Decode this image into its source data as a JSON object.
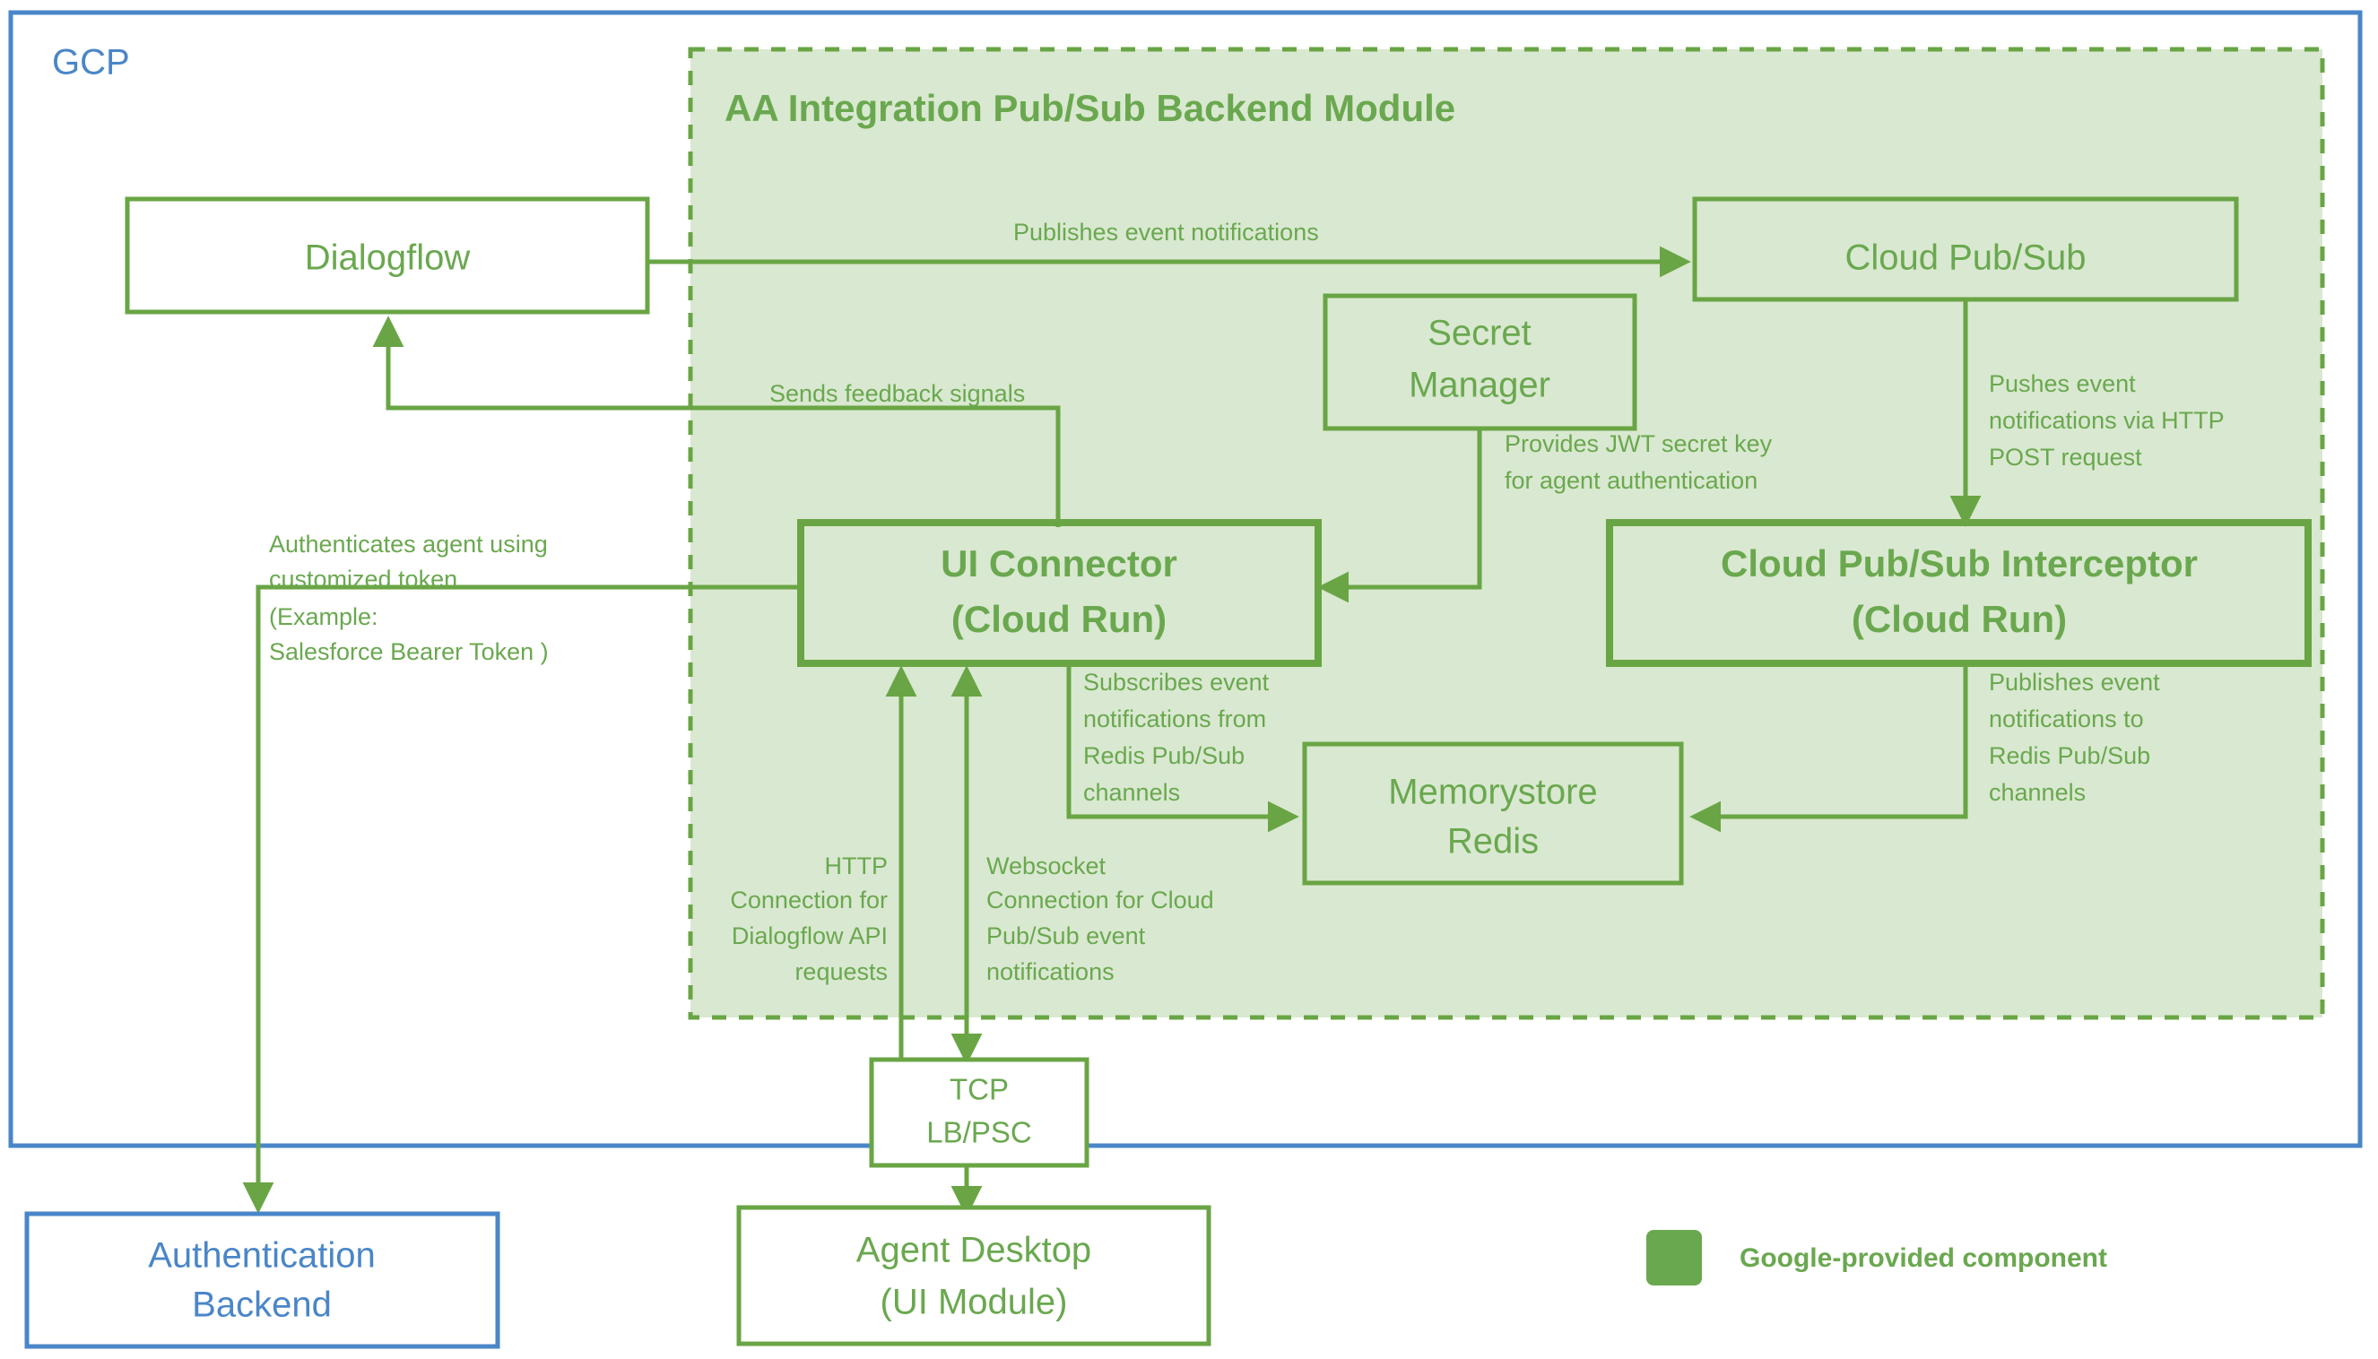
{
  "page": {
    "colors": {
      "green_stroke": "#69a544",
      "green_text": "#6aa84f",
      "blue_stroke": "#4a86c8",
      "blue_text": "#4a86c8",
      "module_fill": "#d9e8d0",
      "white": "#ffffff"
    }
  },
  "gcp": {
    "label": "GCP"
  },
  "module": {
    "title": "AA Integration Pub/Sub Backend Module"
  },
  "nodes": {
    "dialogflow": {
      "label": "Dialogflow"
    },
    "cloud_pubsub": {
      "label": "Cloud Pub/Sub"
    },
    "secret_manager": {
      "line1": "Secret",
      "line2": "Manager"
    },
    "ui_connector": {
      "line1": "UI Connector",
      "line2": "(Cloud Run)"
    },
    "interceptor": {
      "line1": "Cloud Pub/Sub Interceptor",
      "line2": "(Cloud Run)"
    },
    "memorystore": {
      "line1": "Memorystore",
      "line2": "Redis"
    },
    "tcp_lb": {
      "line1": "TCP",
      "line2": "LB/PSC"
    },
    "auth_backend": {
      "line1": "Authentication",
      "line2": "Backend"
    },
    "agent_desktop": {
      "line1": "Agent Desktop",
      "line2": "(UI Module)"
    }
  },
  "edge_labels": {
    "publishes_event_notifications": "Publishes event notifications",
    "sends_feedback_signals": "Sends feedback signals",
    "provides_jwt": [
      "Provides JWT secret key",
      "for agent authentication"
    ],
    "pushes_event_http_post": [
      "Pushes event",
      "notifications via HTTP",
      "POST request"
    ],
    "authenticates_agent": [
      "Authenticates agent using",
      "customized token",
      "(Example:",
      "Salesforce Bearer Token )"
    ],
    "subscribes_event": [
      "Subscribes event",
      "notifications from",
      "Redis Pub/Sub",
      "channels"
    ],
    "publishes_to_redis": [
      "Publishes event",
      "notifications to",
      "Redis Pub/Sub",
      "channels"
    ],
    "http_connection": [
      "HTTP",
      "Connection for",
      "Dialogflow API",
      "requests"
    ],
    "websocket_connection": [
      "Websocket",
      "Connection for Cloud",
      "Pub/Sub event",
      "notifications"
    ]
  },
  "legend": {
    "swatch_color": "#6aa84f",
    "label": "Google-provided component"
  }
}
